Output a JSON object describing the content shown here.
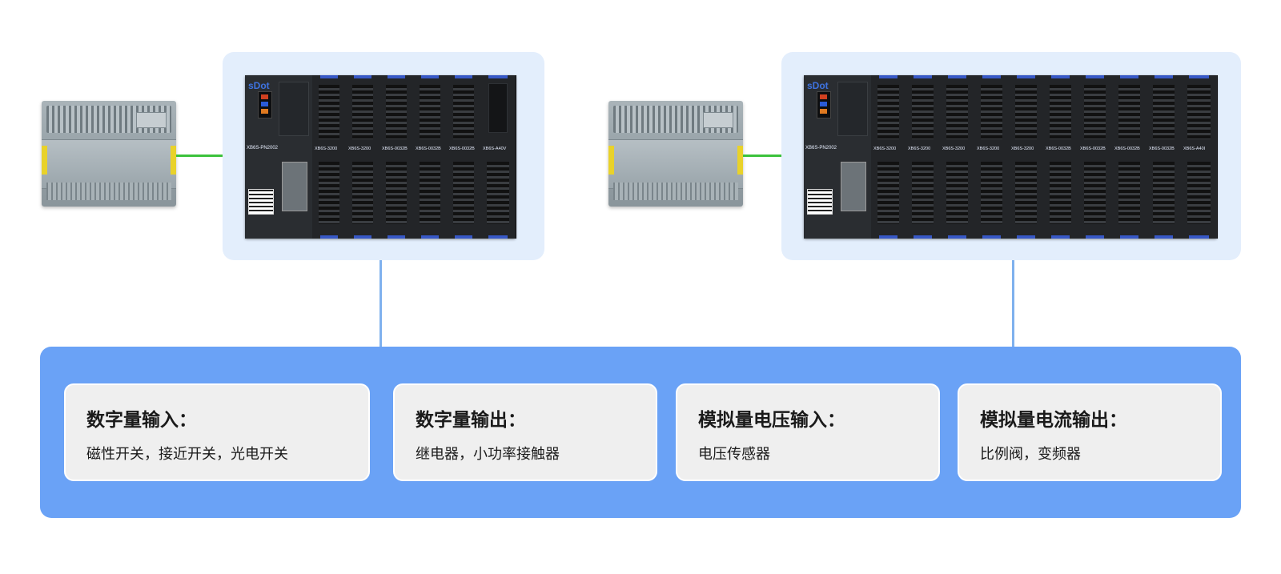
{
  "left_system": {
    "adapter": {
      "brand": "sDot",
      "model": "XB6S-PN2002"
    },
    "modules": [
      "XB6S-3200",
      "XB6S-3200",
      "XB6S-0032B",
      "XB6S-0032B",
      "XB6S-0032B",
      "XB6S-A40V"
    ]
  },
  "right_system": {
    "adapter": {
      "brand": "sDot",
      "model": "XB6S-PN2002"
    },
    "modules": [
      "XB6S-3200",
      "XB6S-3200",
      "XB6S-3200",
      "XB6S-3200",
      "XB6S-3200",
      "XB6S-0032B",
      "XB6S-0032B",
      "XB6S-0032B",
      "XB6S-0032B",
      "XB6S-A40I"
    ]
  },
  "categories": [
    {
      "title": "数字量输入：",
      "desc": "磁性开关，接近开关，光电开关"
    },
    {
      "title": "数字量输出：",
      "desc": "继电器，小功率接触器"
    },
    {
      "title": "模拟量电压输入：",
      "desc": "电压传感器"
    },
    {
      "title": "模拟量电流输出：",
      "desc": "比例阀，变频器"
    }
  ],
  "colors": {
    "panel": "#e3eefc",
    "strip": "#6aa2f6",
    "card": "#efefef",
    "network_link": "#3cc23c",
    "connector_line": "#7fb1ee"
  }
}
